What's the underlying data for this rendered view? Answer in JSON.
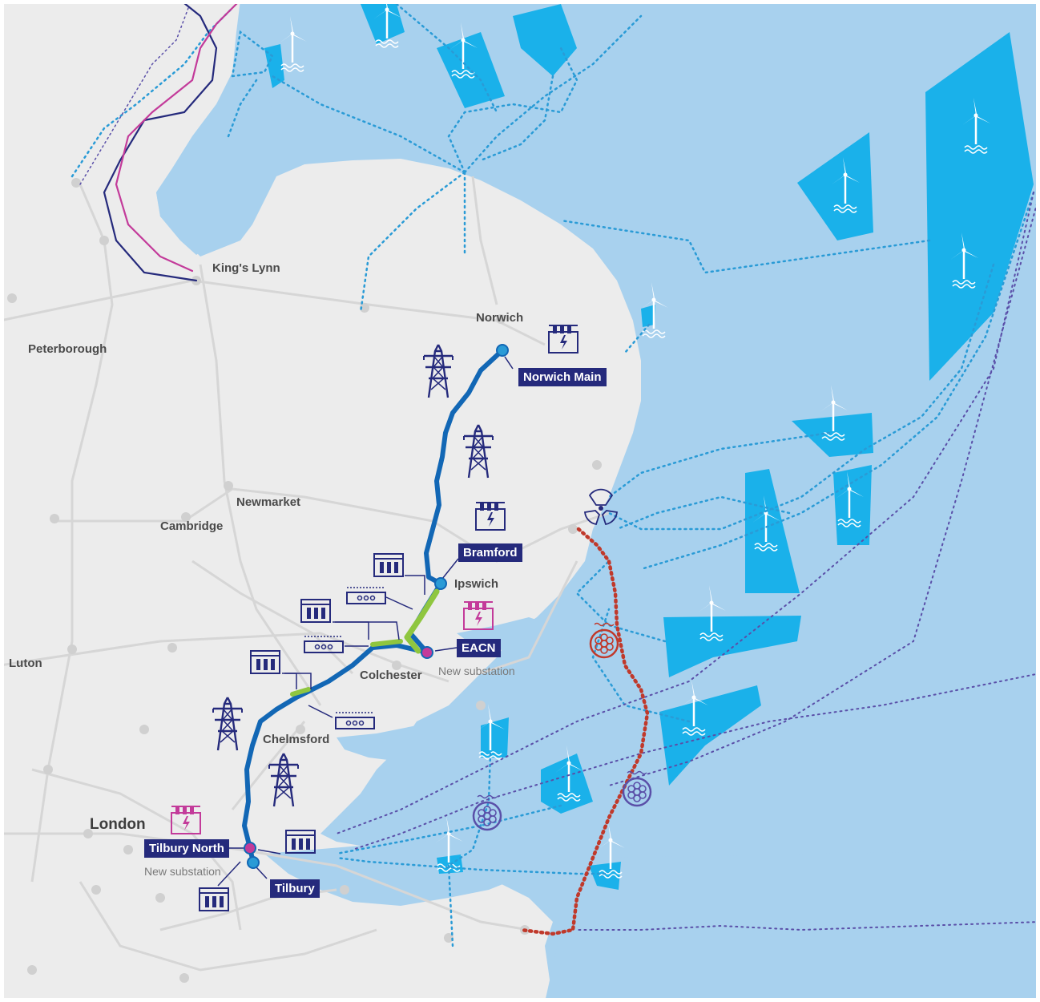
{
  "places": {
    "kings_lynn": "King's Lynn",
    "norwich": "Norwich",
    "peterborough": "Peterborough",
    "newmarket": "Newmarket",
    "cambridge": "Cambridge",
    "ipswich": "Ipswich",
    "luton": "Luton",
    "colchester": "Colchester",
    "chelmsford": "Chelmsford",
    "london": "London"
  },
  "substations": {
    "norwich_main": "Norwich Main",
    "bramford": "Bramford",
    "eacn": "EACN",
    "tilbury_north": "Tilbury North",
    "tilbury": "Tilbury"
  },
  "notes": {
    "eacn_new": "New substation",
    "tilbury_north_new": "New substation"
  },
  "colors": {
    "sea": "#a8d1ee",
    "land": "#ececec",
    "windfarm": "#1ab1ea",
    "route": "#1267b5",
    "upgrade": "#8fc63f",
    "new_substation": "#c33b9a",
    "interconnector": "#c0392b",
    "navy": "#252a7c"
  },
  "icons": [
    "wind-turbine-icon",
    "pylon-icon",
    "substation-icon",
    "nuclear-icon",
    "subsea-cable-icon",
    "equipment-icon"
  ]
}
